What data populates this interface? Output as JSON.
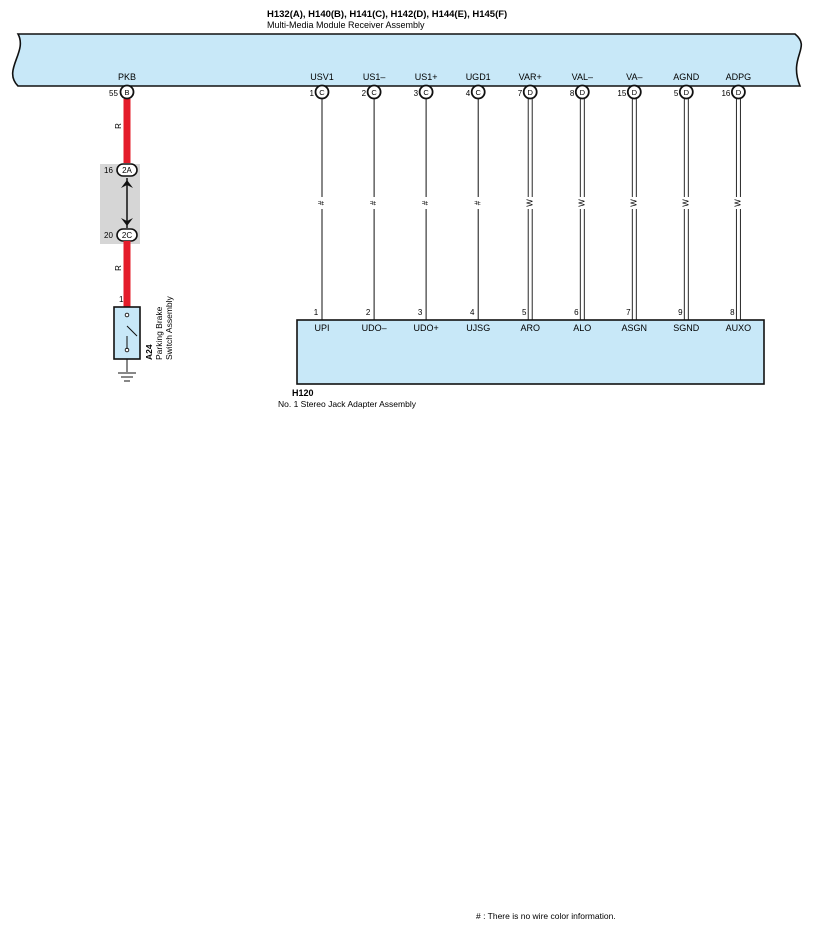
{
  "receiver": {
    "connectors_label": "H132(A), H140(B), H141(C), H142(D), H144(E), H145(F)",
    "name": "Multi-Media Module Receiver Assembly",
    "bg_color": "#c8e8f8"
  },
  "pkb": {
    "terminal_name": "PKB",
    "pin": "55",
    "connector": "B",
    "wire_color": "R",
    "wire_hex": "#e41c2a"
  },
  "junction": {
    "top_pin": "16",
    "top_connector": "2A",
    "bottom_pin": "20",
    "bottom_connector": "2C"
  },
  "switch": {
    "pin": "1",
    "id": "A24",
    "name_line1": "Parking Brake",
    "name_line2": "Switch Assembly"
  },
  "wires": [
    {
      "top_name": "USV1",
      "top_pin": "1",
      "connector": "C",
      "color": "#",
      "bottom_pin": "1",
      "bottom_name": "UPI"
    },
    {
      "top_name": "US1–",
      "top_pin": "2",
      "connector": "C",
      "color": "#",
      "bottom_pin": "2",
      "bottom_name": "UDO–"
    },
    {
      "top_name": "US1+",
      "top_pin": "3",
      "connector": "C",
      "color": "#",
      "bottom_pin": "3",
      "bottom_name": "UDO+"
    },
    {
      "top_name": "UGD1",
      "top_pin": "4",
      "connector": "C",
      "color": "#",
      "bottom_pin": "4",
      "bottom_name": "UJSG"
    },
    {
      "top_name": "VAR+",
      "top_pin": "7",
      "connector": "D",
      "color": "W",
      "bottom_pin": "5",
      "bottom_name": "ARO"
    },
    {
      "top_name": "VAL–",
      "top_pin": "8",
      "connector": "D",
      "color": "W",
      "bottom_pin": "6",
      "bottom_name": "ALO"
    },
    {
      "top_name": "VA–",
      "top_pin": "15",
      "connector": "D",
      "color": "W",
      "bottom_pin": "7",
      "bottom_name": "ASGN"
    },
    {
      "top_name": "AGND",
      "top_pin": "5",
      "connector": "D",
      "color": "W",
      "bottom_pin": "9",
      "bottom_name": "SGND"
    },
    {
      "top_name": "ADPG",
      "top_pin": "16",
      "connector": "D",
      "color": "W",
      "bottom_pin": "8",
      "bottom_name": "AUXO"
    }
  ],
  "adapter": {
    "id": "H120",
    "name": "No.  1 Stereo Jack Adapter Assembly"
  },
  "footnote": "# : There is no wire color information."
}
